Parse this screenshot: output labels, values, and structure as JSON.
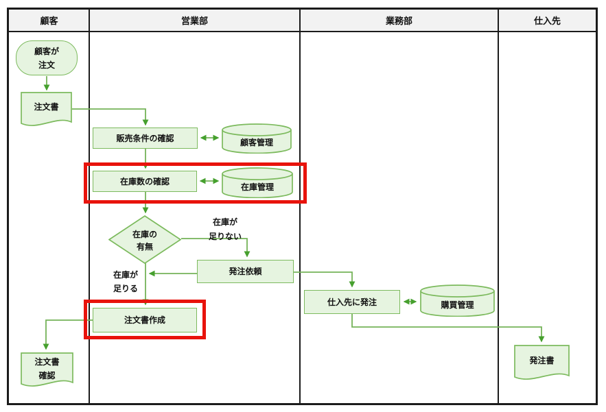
{
  "lanes": [
    {
      "label": "顧客"
    },
    {
      "label": "営業部"
    },
    {
      "label": "業務部"
    },
    {
      "label": "仕入先"
    }
  ],
  "nodes": {
    "start": {
      "type": "terminator",
      "label": "顧客が\n注文"
    },
    "doc_order": {
      "type": "document",
      "label": "注文書"
    },
    "check_sales": {
      "type": "process",
      "label": "販売条件の確認"
    },
    "db_customer": {
      "type": "database",
      "label": "顧客管理"
    },
    "check_stock": {
      "type": "process",
      "label": "在庫数の確認"
    },
    "db_stock": {
      "type": "database",
      "label": "在庫管理"
    },
    "decision_stock": {
      "type": "decision",
      "label": "在庫の\n有無"
    },
    "order_request": {
      "type": "process",
      "label": "発注依頼"
    },
    "order_supplier": {
      "type": "process",
      "label": "仕入先に発注"
    },
    "db_purchase": {
      "type": "database",
      "label": "購買管理"
    },
    "create_order": {
      "type": "process",
      "label": "注文書作成"
    },
    "doc_confirm": {
      "type": "document",
      "label": "注文書\n確認"
    },
    "doc_po": {
      "type": "document",
      "label": "発注書"
    }
  },
  "edge_labels": {
    "insufficient": "在庫が\n足りない",
    "sufficient": "在庫が\n足りる"
  },
  "colors": {
    "shape_fill": "#e6f4e0",
    "shape_stroke": "#7cba5d",
    "connector": "#74b258",
    "arrowhead": "#46a02e",
    "highlight": "#e8130c",
    "frame": "#1b1b1b",
    "header_bg": "#f2f2f2",
    "text": "#111111"
  }
}
